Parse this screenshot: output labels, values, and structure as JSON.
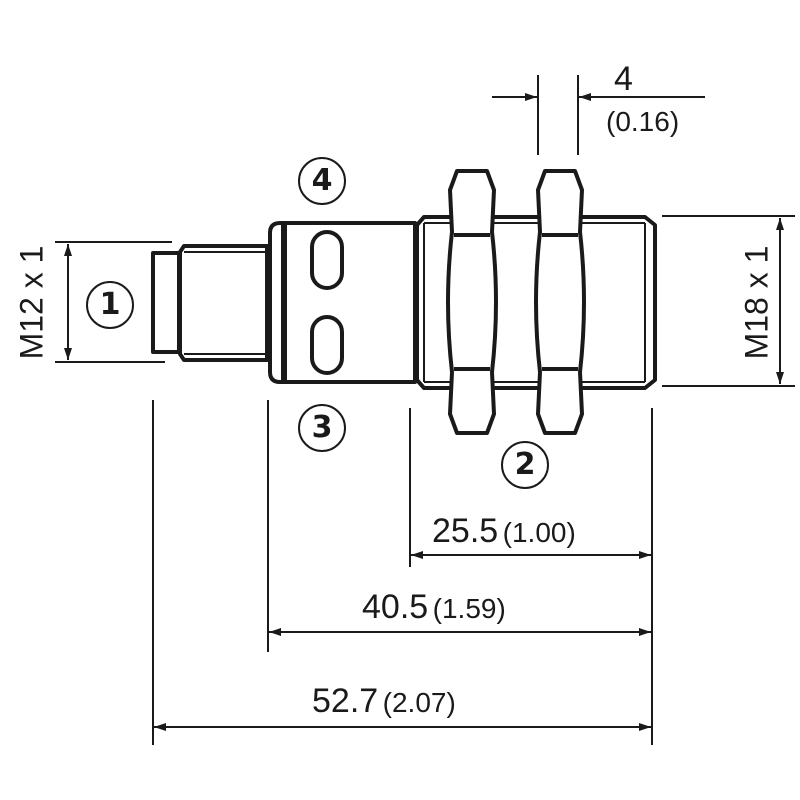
{
  "labels": {
    "thread_connector": "M12 x 1",
    "thread_body": "M18 x 1",
    "nut_width": {
      "mm": "4",
      "inch": "(0.16)"
    },
    "dim_thread_length": {
      "mm": "25.5",
      "inch": "(1.00)"
    },
    "dim_body_length": {
      "mm": "40.5",
      "inch": "(1.59)"
    },
    "dim_total_length": {
      "mm": "52.7",
      "inch": "(2.07)"
    }
  },
  "callouts": [
    "1",
    "2",
    "3",
    "4"
  ]
}
